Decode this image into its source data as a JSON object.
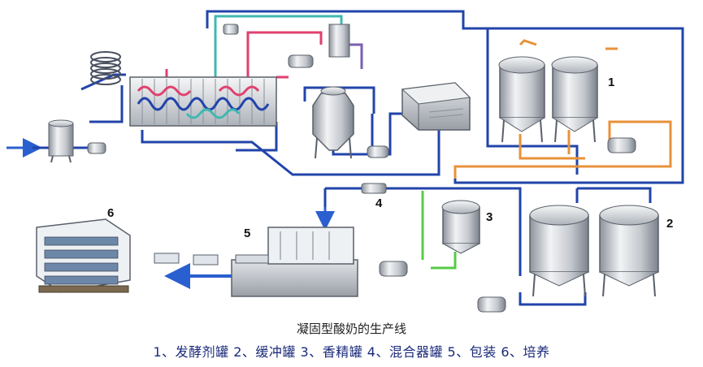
{
  "diagram": {
    "title": "凝固型酸奶的生产线",
    "legend": "1、发酵剂罐 2、缓冲罐 3、香精罐 4、混合器罐 5、包装 6、培养",
    "labels": {
      "n1": "1",
      "n2": "2",
      "n3": "3",
      "n4": "4",
      "n5": "5",
      "n6": "6"
    },
    "colors": {
      "pipe_blue": "#2244aa",
      "pipe_orange": "#e8923a",
      "pipe_pink": "#e0406e",
      "pipe_cyan": "#3fb8b0",
      "pipe_green": "#55cc44",
      "pipe_purple": "#7a5fb0",
      "tank_metal": "#c9ccd2",
      "arrow_blue": "#2a5fd0"
    }
  }
}
